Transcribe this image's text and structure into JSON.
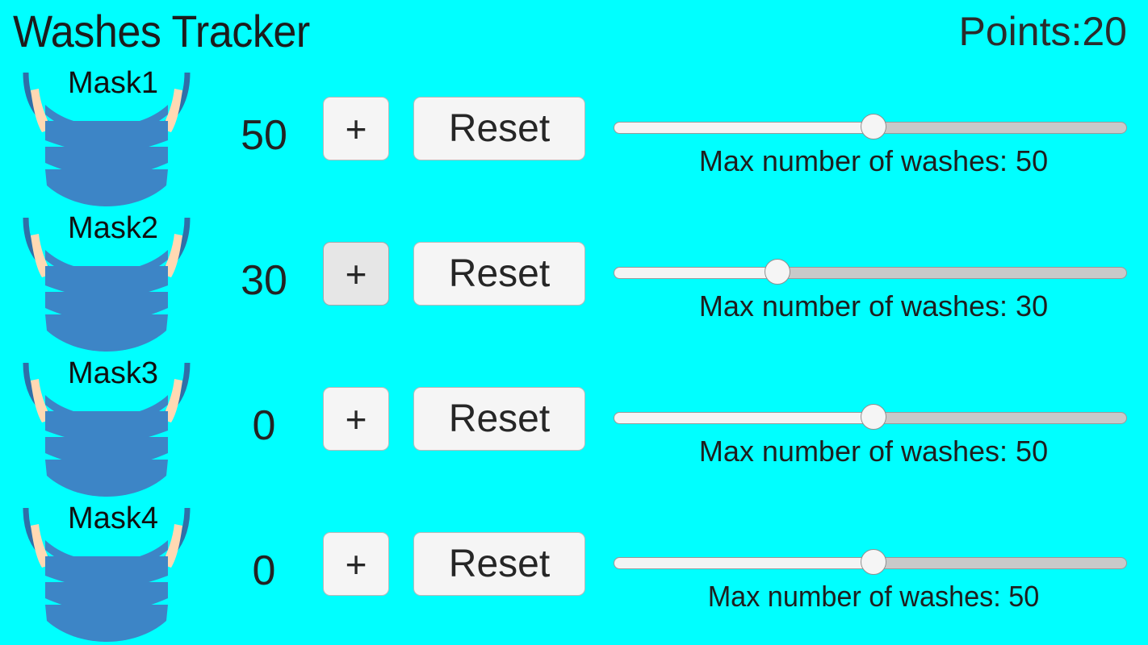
{
  "header": {
    "title": "Washes Tracker",
    "points_label": "Points:20"
  },
  "theme": {
    "background": "#00ffff",
    "text": "#1c1c1c",
    "button_bg": "#f5f5f5",
    "button_bg_inactive": "#e6e6e6",
    "button_border": "#b9b9b9",
    "mask_body": "#3d85c6",
    "mask_outline": "#2f6fa8",
    "mask_strap": "#ffd9b3",
    "slider_track": "#c9c9c9",
    "slider_fill": "#f4f4f4",
    "slider_thumb": "#f5f5f5"
  },
  "rows": [
    {
      "mask_label": "Mask1",
      "mask_icon": "face-mask-icon",
      "count": "50",
      "plus_label": "+",
      "plus_state": "active",
      "reset_label": "Reset",
      "slider": {
        "value": 50,
        "min": 0,
        "max": 100,
        "percent": 50,
        "label": "Max number of washes: 50"
      }
    },
    {
      "mask_label": "Mask2",
      "mask_icon": "face-mask-icon",
      "count": "30",
      "plus_label": "+",
      "plus_state": "inactive",
      "reset_label": "Reset",
      "slider": {
        "value": 30,
        "min": 0,
        "max": 100,
        "percent": 31,
        "label": "Max number of washes: 30"
      }
    },
    {
      "mask_label": "Mask3",
      "mask_icon": "face-mask-icon",
      "count": "0",
      "plus_label": "+",
      "plus_state": "active",
      "reset_label": "Reset",
      "slider": {
        "value": 50,
        "min": 0,
        "max": 100,
        "percent": 50,
        "label": "Max number of washes: 50"
      }
    },
    {
      "mask_label": "Mask4",
      "mask_icon": "face-mask-icon",
      "count": "0",
      "plus_label": "+",
      "plus_state": "active",
      "reset_label": "Reset",
      "slider": {
        "value": 50,
        "min": 0,
        "max": 100,
        "percent": 50,
        "label": "Max number of washes: 50"
      }
    }
  ]
}
